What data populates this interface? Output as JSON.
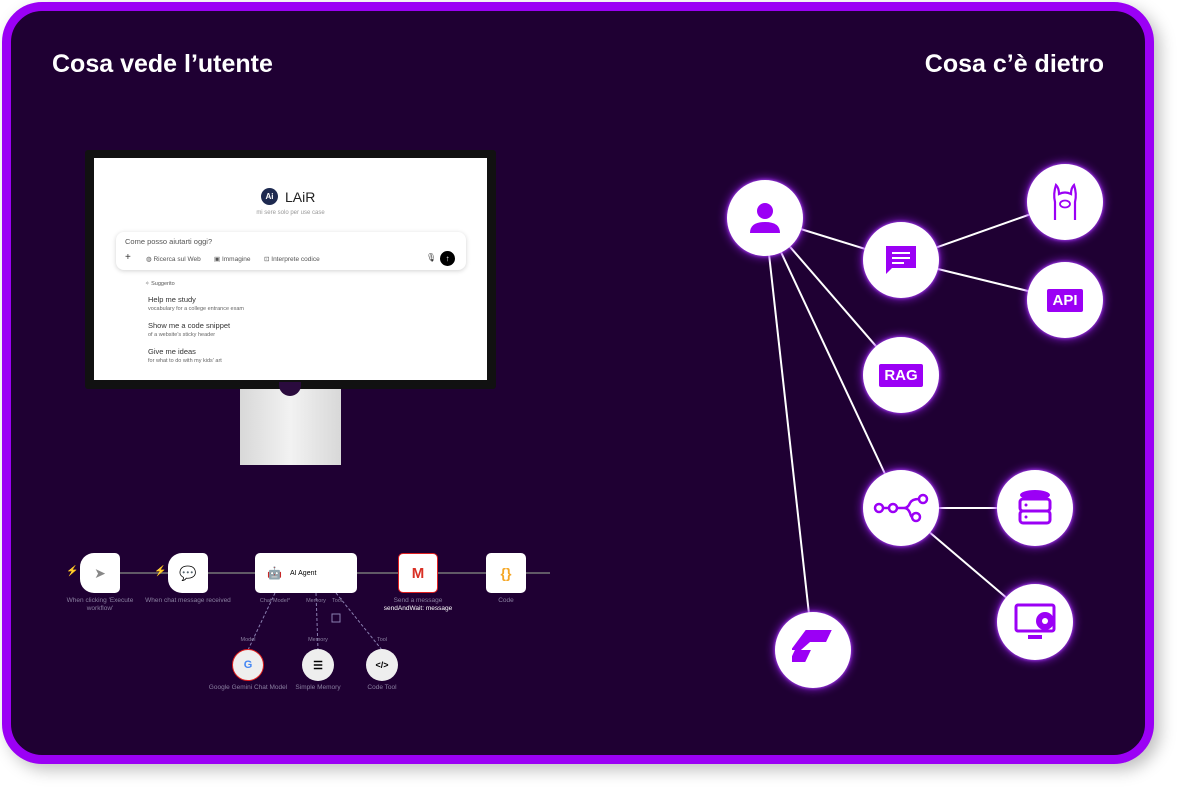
{
  "headings": {
    "left": "Cosa vede l’utente",
    "right": "Cosa c’è dietro"
  },
  "chat_ui": {
    "logo_text": "LAiR",
    "logo_mark": "Ai",
    "subtitle": "mi sere solo per use case",
    "input_placeholder": "Come posso aiutarti oggi?",
    "tools": [
      "Ricerca sul Web",
      "Immagine",
      "Interprete codice"
    ],
    "suggest_label": "Suggerito",
    "suggestions": [
      {
        "title": "Help me study",
        "sub": "vocabulary for a college entrance exam"
      },
      {
        "title": "Show me a code snippet",
        "sub": "of a website's sticky header"
      },
      {
        "title": "Give me ideas",
        "sub": "for what to do with my kids' art"
      }
    ]
  },
  "workflow": {
    "nodes": [
      "When clicking 'Execute workflow'",
      "When chat message received",
      "AI Agent",
      "Send a message",
      "Code"
    ],
    "gmail_sub": "sendAndWait: message",
    "ports": [
      "Chat Model*",
      "Memory",
      "Tool"
    ],
    "sub_ports": [
      "Model",
      "Memory",
      "Tool"
    ],
    "sub_nodes": [
      "Google Gemini Chat Model",
      "Simple Memory",
      "Code Tool"
    ]
  },
  "diagram": {
    "api_label": "API",
    "rag_label": "RAG",
    "accent": "#9b00f5",
    "background": "#1f0033"
  }
}
